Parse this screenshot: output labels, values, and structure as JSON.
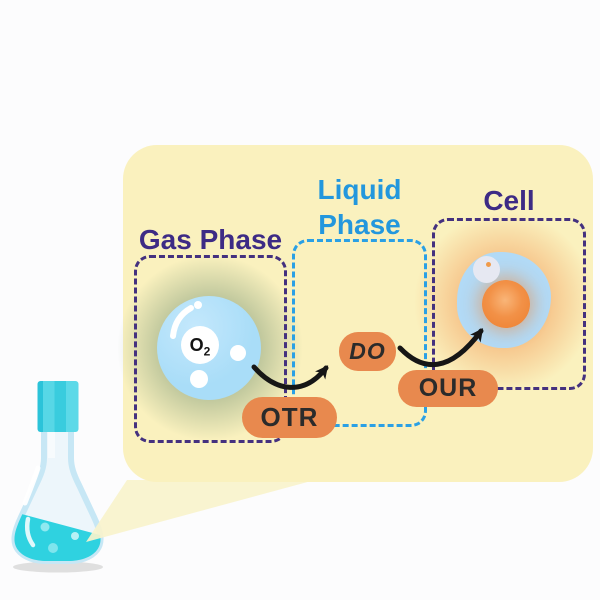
{
  "panel": {
    "bg_color": "#FAF1BE",
    "tail_color": "#F9F3CC"
  },
  "sections": {
    "gas": {
      "title": "Gas Phase",
      "title_color": "#3D2B85",
      "border_color": "#44317F"
    },
    "liquid": {
      "title_line1": "Liquid",
      "title_line2": "Phase",
      "title_color": "#2397DD",
      "border_color": "#2AA0E5"
    },
    "cell": {
      "title": "Cell",
      "title_color": "#3D2B85",
      "border_color": "#44317F"
    }
  },
  "molecule": {
    "symbol": "O",
    "subscript": "2"
  },
  "badges": {
    "bg_color": "#E8894E",
    "text_color": "#2B2B2B",
    "otr": {
      "label": "OTR"
    },
    "do": {
      "label": "DO"
    },
    "our": {
      "label": "OUR"
    }
  },
  "graphics": {
    "gas_bubble_color": "#A9DDF8",
    "gas_glow_color": "#4A745A",
    "cell_body_color": "#B2DAF6",
    "cell_nucleus_color": "#F29147",
    "cell_glow_color": "#F07D37",
    "arrow_color": "#161616",
    "flask_cap_color": "#39CCDE",
    "flask_glass_color": "#C7E7F5",
    "flask_liquid_color": "#2FD2E0"
  }
}
